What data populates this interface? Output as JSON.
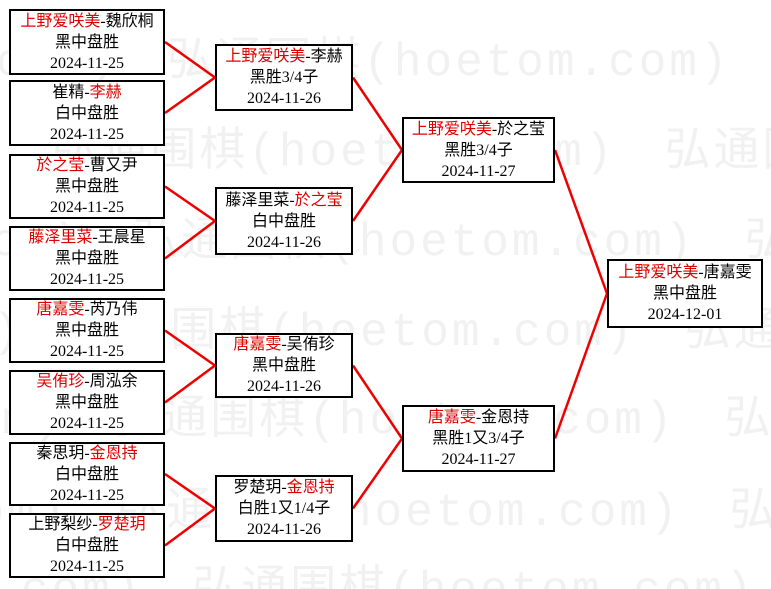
{
  "watermark": {
    "text": "弘通围棋(hoetom.com)"
  },
  "colors": {
    "winner_text": "#dd0000",
    "connector": "#ee0000",
    "watermark": "#f1f1f1",
    "box_border": "#000000"
  },
  "rounds": {
    "r1": [
      {
        "pre": "",
        "red": "上野爱咲美",
        "post": "-魏欣桐",
        "result": "黑中盘胜",
        "date": "2024-11-25"
      },
      {
        "pre": "崔精-",
        "red": "李赫",
        "post": "",
        "result": "白中盘胜",
        "date": "2024-11-25"
      },
      {
        "pre": "",
        "red": "於之莹",
        "post": "-曹又尹",
        "result": "黑中盘胜",
        "date": "2024-11-25"
      },
      {
        "pre": "",
        "red": "藤泽里菜",
        "post": "-王晨星",
        "result": "黑中盘胜",
        "date": "2024-11-25"
      },
      {
        "pre": "",
        "red": "唐嘉雯",
        "post": "-芮乃伟",
        "result": "黑中盘胜",
        "date": "2024-11-25"
      },
      {
        "pre": "",
        "red": "吴侑珍",
        "post": "-周泓余",
        "result": "黑中盘胜",
        "date": "2024-11-25"
      },
      {
        "pre": "秦思玥-",
        "red": "金恩持",
        "post": "",
        "result": "白中盘胜",
        "date": "2024-11-25"
      },
      {
        "pre": "上野梨纱-",
        "red": "罗楚玥",
        "post": "",
        "result": "白中盘胜",
        "date": "2024-11-25"
      }
    ],
    "r2": [
      {
        "pre": "",
        "red": "上野爱咲美",
        "post": "-李赫",
        "result": "黑胜3/4子",
        "date": "2024-11-26"
      },
      {
        "pre": "藤泽里菜-",
        "red": "於之莹",
        "post": "",
        "result": "白中盘胜",
        "date": "2024-11-26"
      },
      {
        "pre": "",
        "red": "唐嘉雯",
        "post": "-吴侑珍",
        "result": "黑中盘胜",
        "date": "2024-11-26"
      },
      {
        "pre": "罗楚玥-",
        "red": "金恩持",
        "post": "",
        "result": "白胜1又1/4子",
        "date": "2024-11-26"
      }
    ],
    "r3": [
      {
        "pre": "",
        "red": "上野爱咲美",
        "post": "-於之莹",
        "result": "黑胜3/4子",
        "date": "2024-11-27"
      },
      {
        "pre": "",
        "red": "唐嘉雯",
        "post": "-金恩持",
        "result": "黑胜1又3/4子",
        "date": "2024-11-27"
      }
    ],
    "final": [
      {
        "pre": "",
        "red": "上野爱咲美",
        "post": "-唐嘉雯",
        "result": "黑中盘胜",
        "date": "2024-12-01"
      }
    ]
  }
}
